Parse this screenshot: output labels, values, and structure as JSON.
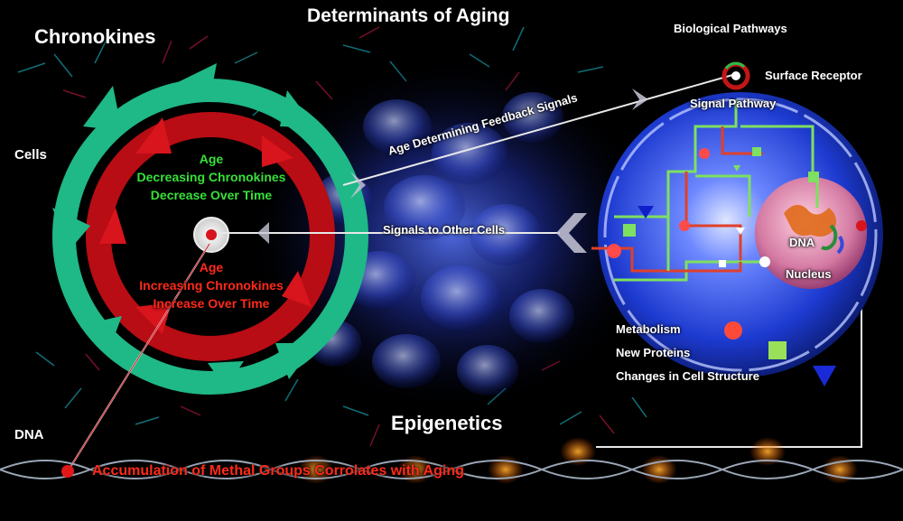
{
  "title": "Determinants of Aging",
  "labels": {
    "chronokines": "Chronokines",
    "cells": "Cells",
    "dna_left": "DNA",
    "epigenetics": "Epigenetics",
    "biological_pathways": "Biological Pathways",
    "surface_receptor": "Surface Receptor",
    "signal_pathway": "Signal Pathway",
    "dna_nucleus": "DNA",
    "nucleus": "Nucleus",
    "feedback_signals": "Age Determining Feedback Signals",
    "signals_other_cells": "Signals to Other Cells",
    "methyl": "Accumulation of Methal Groups Corrolates with Aging"
  },
  "cycle": {
    "green_text": [
      "Age",
      "Decreasing Chronokines",
      "Decrease Over Time"
    ],
    "red_text": [
      "Age",
      "Increasing Chronokines",
      "Increase Over Time"
    ]
  },
  "legend": [
    {
      "label": "Metabolism",
      "icon": "red-circle-icon"
    },
    {
      "label": "New Proteins",
      "icon": "green-square-icon"
    },
    {
      "label": "Changes in Cell Structure",
      "icon": "blue-triangle-icon"
    }
  ],
  "colors": {
    "background": "#000000",
    "green_ring": "#1fb887",
    "red_ring": "#b80d14",
    "green_text": "#38e038",
    "red_text": "#ff2a1a",
    "cell_blue": "#2a4fd8",
    "nucleus_pink": "#e79ab8",
    "pathway_green": "#7de060",
    "pathway_red": "#e0402a"
  }
}
